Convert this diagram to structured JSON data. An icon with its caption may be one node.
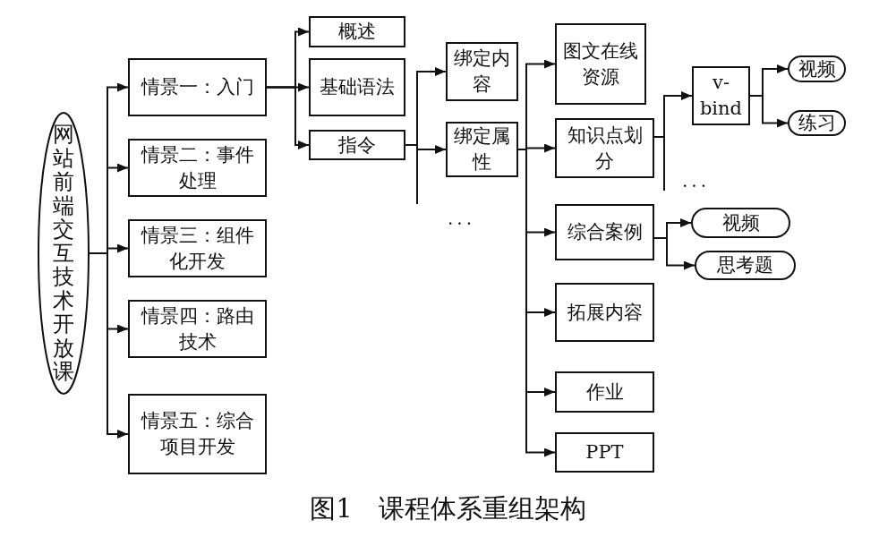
{
  "diagram": {
    "caption": "图1　课程体系重组架构",
    "nodes": [
      {
        "text": [
          "网站前端交互技术开放课"
        ]
      },
      {
        "text": [
          "情景一：入门"
        ]
      },
      {
        "text": [
          "情景二：事件处理"
        ]
      },
      {
        "text": [
          "情景三：组件化开发"
        ]
      },
      {
        "text": [
          "情景四：路由技术"
        ]
      },
      {
        "text": [
          "情景五：综合项目开发"
        ]
      },
      {
        "text": [
          "概述"
        ]
      },
      {
        "text": [
          "基础语法"
        ]
      },
      {
        "text": [
          "指令"
        ]
      },
      {
        "text": [
          "绑定内容"
        ]
      },
      {
        "text": [
          "绑定属性"
        ]
      },
      {
        "text": [
          "图文在线资源"
        ]
      },
      {
        "text": [
          "知识点划分"
        ]
      },
      {
        "text": [
          "综合案例"
        ]
      },
      {
        "text": [
          "拓展内容"
        ]
      },
      {
        "text": [
          "作业"
        ]
      },
      {
        "text": [
          "PPT"
        ]
      },
      {
        "text": [
          "v-bind"
        ]
      },
      {
        "text": [
          "视频"
        ]
      },
      {
        "text": [
          "练习"
        ]
      },
      {
        "text": [
          "视频"
        ]
      },
      {
        "text": [
          "思考题"
        ]
      }
    ],
    "edges": [
      {
        "from": 0,
        "to": 1,
        "arrow": "to"
      },
      {
        "from": 0,
        "to": 2,
        "arrow": "to"
      },
      {
        "from": 0,
        "to": 3,
        "arrow": "to"
      },
      {
        "from": 0,
        "to": 4,
        "arrow": "to"
      },
      {
        "from": 0,
        "to": 5,
        "arrow": "to"
      },
      {
        "from": 1,
        "to": 6,
        "arrow": "to"
      },
      {
        "from": 1,
        "to": 7,
        "arrow": "to"
      },
      {
        "from": 1,
        "to": 8,
        "arrow": "to"
      },
      {
        "from": 8,
        "to": 9,
        "arrow": "to"
      },
      {
        "from": 8,
        "to": 10,
        "arrow": "to"
      },
      {
        "from": 10,
        "to": 11,
        "arrow": "to"
      },
      {
        "from": 10,
        "to": 12,
        "arrow": "to"
      },
      {
        "from": 10,
        "to": 13,
        "arrow": "to"
      },
      {
        "from": 10,
        "to": 14,
        "arrow": "to"
      },
      {
        "from": 10,
        "to": 15,
        "arrow": "to"
      },
      {
        "from": 10,
        "to": 16,
        "arrow": "to"
      },
      {
        "from": 12,
        "to": 17,
        "arrow": "to"
      },
      {
        "from": 17,
        "to": 18,
        "arrow": "to"
      },
      {
        "from": 17,
        "to": 19,
        "arrow": "to"
      },
      {
        "from": 13,
        "to": 20,
        "arrow": "to"
      },
      {
        "from": 13,
        "to": 21,
        "arrow": "to"
      }
    ],
    "labels": [
      "...",
      "..."
    ]
  }
}
